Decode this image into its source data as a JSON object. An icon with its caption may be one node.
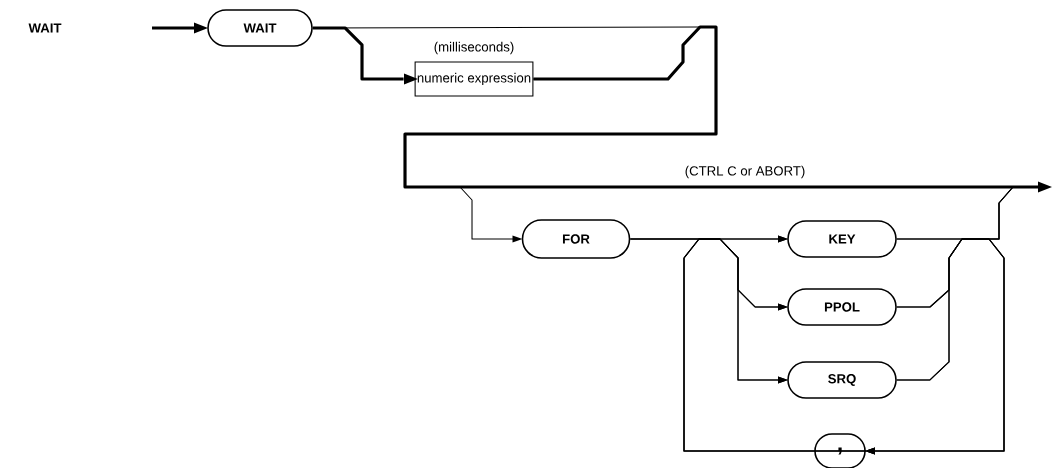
{
  "diagram": {
    "nodes": [
      {
        "text": [
          "WAIT"
        ]
      },
      {
        "text": [
          "numeric expression"
        ],
        "beside": [
          "(milliseconds)"
        ]
      },
      {
        "text": [
          "FOR"
        ]
      },
      {
        "text": [
          "KEY"
        ]
      },
      {
        "text": [
          "PPOL"
        ]
      },
      {
        "text": [
          "SRQ"
        ]
      },
      {
        "text": [
          ","
        ]
      }
    ],
    "edges": [
      {
        "from": null,
        "to": 0,
        "arrow": "to",
        "style": "thick"
      },
      {
        "from": 0,
        "to": 1,
        "arrow": "to",
        "style": "thick"
      },
      {
        "from": 0,
        "to": null,
        "arrow": "none"
      },
      {
        "from": 1,
        "to": null,
        "arrow": "to",
        "style": "thick",
        "label": "(CTRL C or ABORT)"
      },
      {
        "from": 1,
        "to": 2,
        "arrow": "to"
      },
      {
        "from": 2,
        "to": 3,
        "arrow": "to"
      },
      {
        "from": 2,
        "to": 4,
        "arrow": "to"
      },
      {
        "from": 2,
        "to": 5,
        "arrow": "to"
      },
      {
        "from": 3,
        "to": null,
        "arrow": "none"
      },
      {
        "from": 4,
        "to": null,
        "arrow": "none"
      },
      {
        "from": 5,
        "to": null,
        "arrow": "none"
      },
      {
        "from": 3,
        "to": 6,
        "arrow": "to"
      },
      {
        "from": 4,
        "to": 6,
        "arrow": "to"
      },
      {
        "from": 5,
        "to": 6,
        "arrow": "to"
      },
      {
        "from": 6,
        "to": 3,
        "arrow": "to"
      },
      {
        "from": 6,
        "to": 4,
        "arrow": "to"
      },
      {
        "from": 6,
        "to": 5,
        "arrow": "to"
      }
    ],
    "labels": [
      "WAIT"
    ]
  }
}
